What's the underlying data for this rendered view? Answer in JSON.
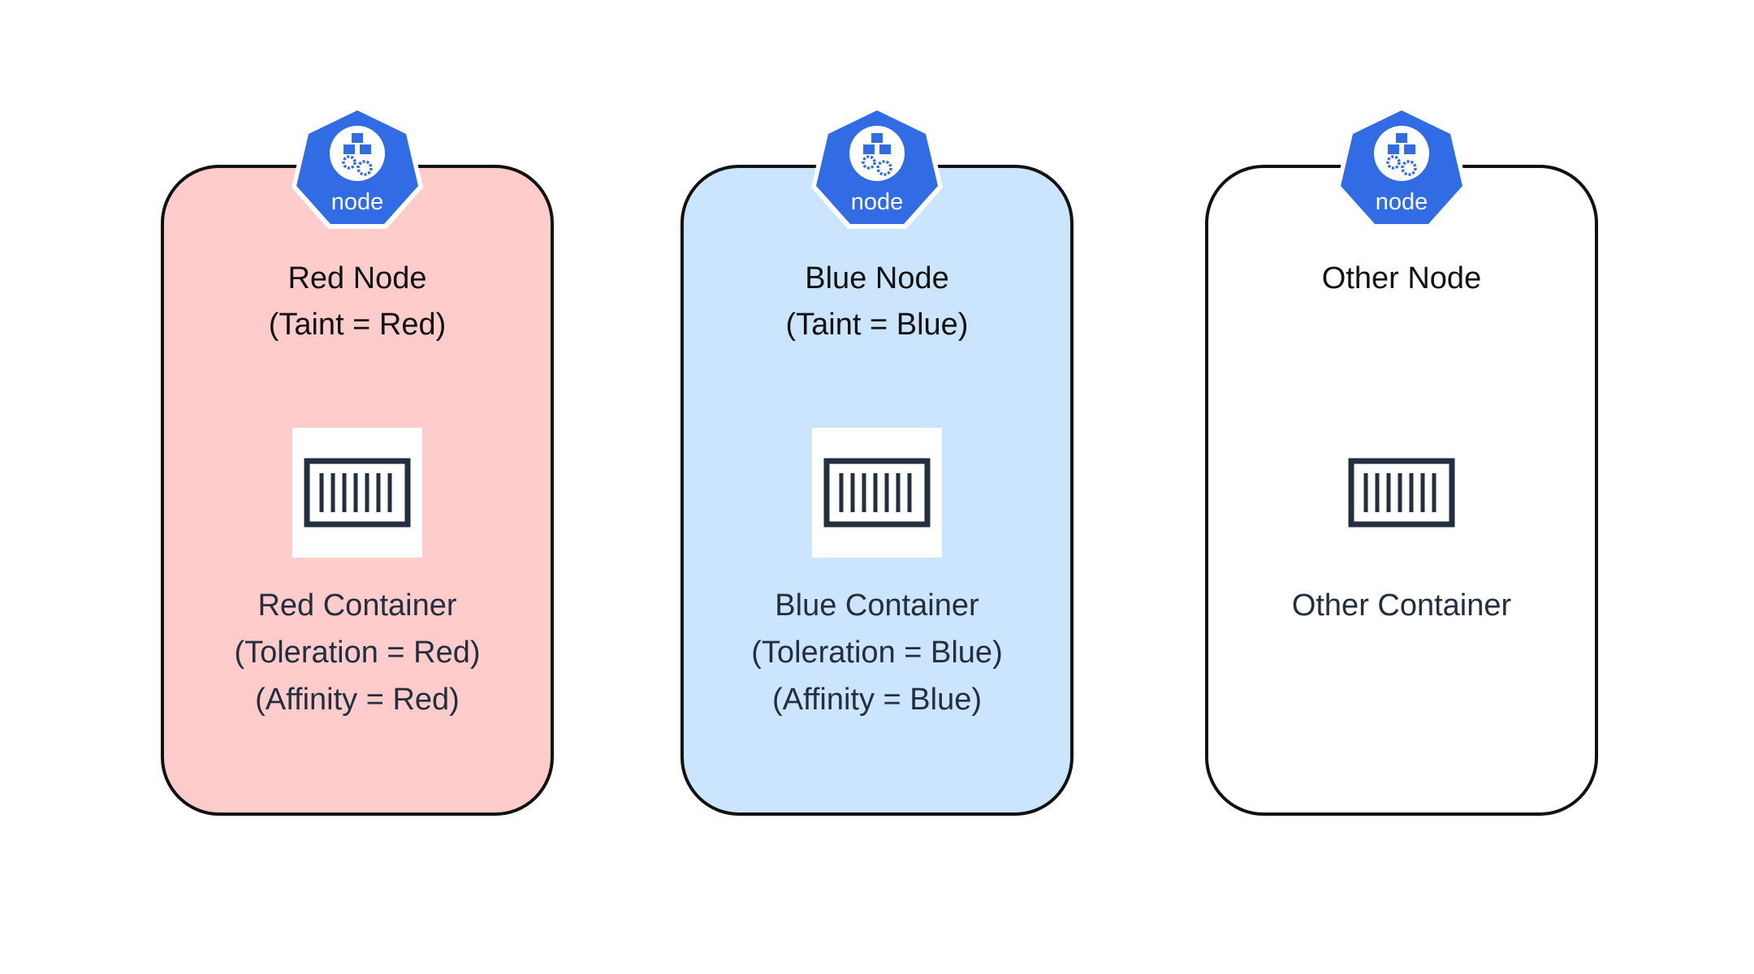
{
  "nodes": [
    {
      "badge_text": "node",
      "title": "Red Node",
      "taint": "(Taint = Red)",
      "container": {
        "name": "Red Container",
        "toleration": "(Toleration = Red)",
        "affinity": "(Affinity = Red)",
        "icon": "container-icon"
      },
      "fill_color": "#ffcccc"
    },
    {
      "badge_text": "node",
      "title": "Blue Node",
      "taint": "(Taint = Blue)",
      "container": {
        "name": "Blue Container",
        "toleration": "(Toleration = Blue)",
        "affinity": "(Affinity = Blue)",
        "icon": "container-icon"
      },
      "fill_color": "#cce5ff"
    },
    {
      "badge_text": "node",
      "title": "Other Node",
      "taint": "",
      "container": {
        "name": "Other Container",
        "toleration": "",
        "affinity": "",
        "icon": "container-icon"
      },
      "fill_color": "#ffffff"
    }
  ],
  "colors": {
    "kubernetes_blue": "#326ce5",
    "card_border": "#111111",
    "container_icon": "#232f3e"
  },
  "icons": {
    "node_badge": "kubernetes-node-icon",
    "container": "container-icon"
  }
}
